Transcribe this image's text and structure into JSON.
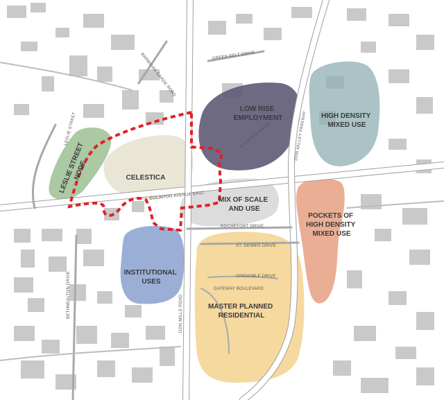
{
  "colors": {
    "background": "#ffffff",
    "building": "#c9c9c9",
    "road": "#ffffff",
    "road_edge": "#9e9e9e",
    "boundary_dash": "#e0202a"
  },
  "zones": {
    "low_rise_employment": {
      "line1": "LOW RISE",
      "line2": "EMPLOYMENT",
      "color": "#5f5a75"
    },
    "high_density_mixed_use": {
      "line1": "HIGH DENSITY",
      "line2": "MIXED USE",
      "color": "#8fadb3"
    },
    "leslie_street_node": {
      "line1": "LESLIE STREET",
      "line2": "NODE",
      "color": "#8fb784"
    },
    "celestica": {
      "line1": "CELESTICA",
      "color": "#e6e2cf"
    },
    "mix_of_scale": {
      "line1": "MIX OF SCALE",
      "line2": "AND USE",
      "color": "#d6d6d6"
    },
    "pockets_high_density": {
      "line1": "POCKETS OF",
      "line2": "HIGH DENSITY",
      "line3": "MIXED USE",
      "color": "#e59a7b"
    },
    "institutional_uses": {
      "line1": "INSTITUTIONAL",
      "line2": "USES",
      "color": "#8aa1cf"
    },
    "master_planned_residential": {
      "line1": "MASTER PLANNED",
      "line2": "RESIDENTIAL",
      "color": "#f4cf86"
    }
  },
  "streets": {
    "barbican": "BARBICAN GARDE ROAD",
    "green_belt": "GREEN BELT DRIVE",
    "leslie": "LESLIE STREET",
    "wynford": "WYNFORD DRIVE",
    "don_valley": "DON VALLEY PARKWAY",
    "eglinton": "EGLINTON AVENUE EAST",
    "rochefort": "ROCHEFORT DRIVE",
    "st_dennis": "ST. DENNIS DRIVE",
    "grenoble": "GRENOBLE DRIVE",
    "gateway": "GATEWAY BOULEVARD",
    "don_mills": "DON MILLS ROAD",
    "bethnealton": "BETHNEALTON DRIVE"
  }
}
